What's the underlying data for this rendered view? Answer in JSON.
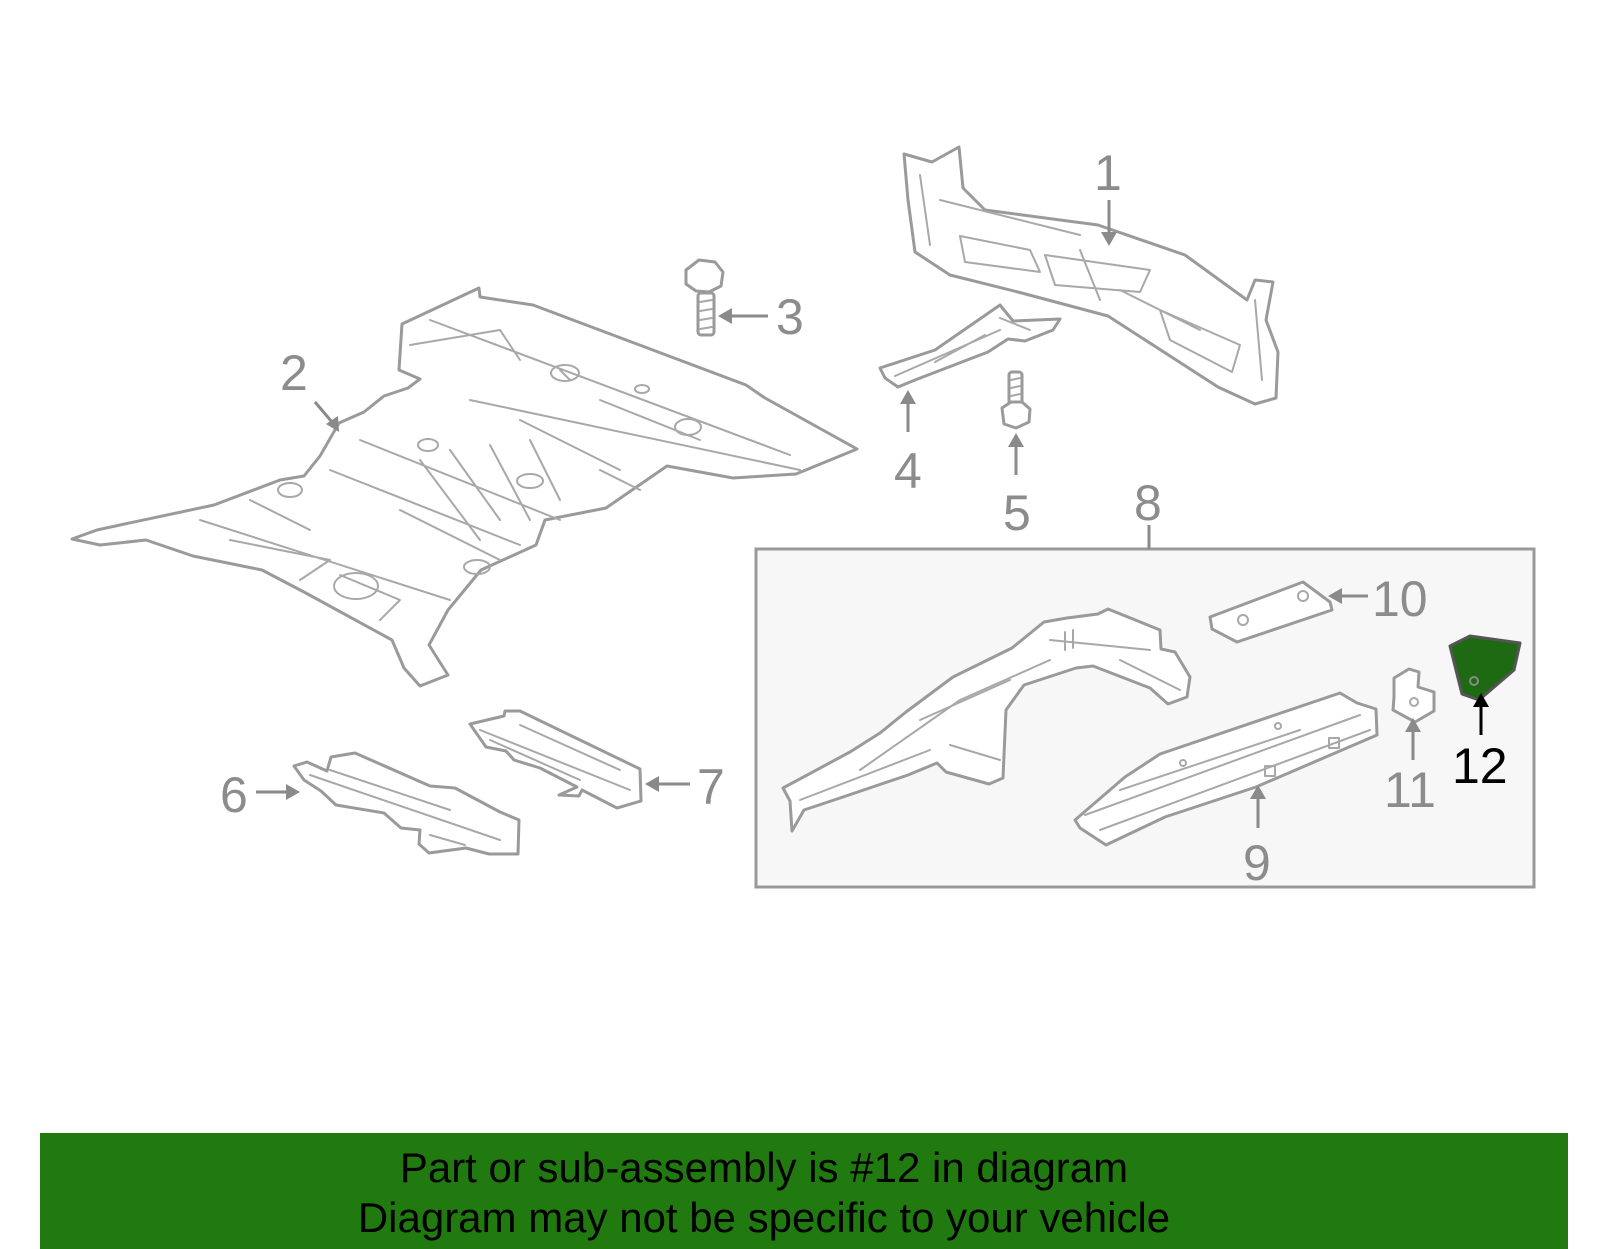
{
  "callouts": {
    "c1": "1",
    "c2": "2",
    "c3": "3",
    "c4": "4",
    "c5": "5",
    "c6": "6",
    "c7": "7",
    "c8": "8",
    "c9": "9",
    "c10": "10",
    "c11": "11",
    "c12": "12"
  },
  "highlighted_part": "12",
  "colors": {
    "highlight": "#1d6a12",
    "banner": "#217a0f",
    "line": "#9a9a9a"
  },
  "banner": {
    "line1": "Part or sub-assembly is #12 in diagram",
    "line2": "Diagram may not be specific to your vehicle"
  }
}
